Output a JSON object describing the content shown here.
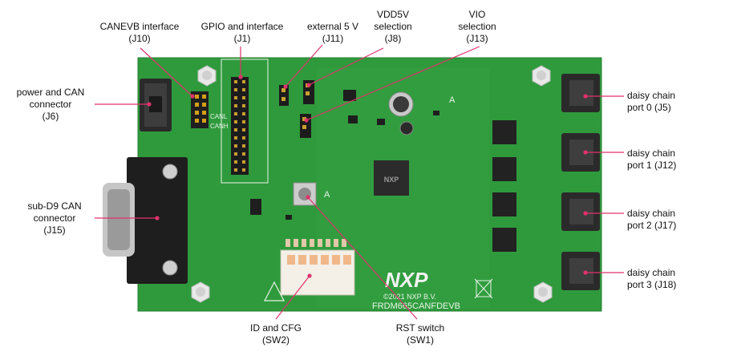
{
  "labels": {
    "canevb": {
      "line1": "CANEVB interface",
      "line2": "(J10)"
    },
    "gpio": {
      "line1": "GPIO and interface",
      "line2": "(J1)"
    },
    "ext5v": {
      "line1": "external 5 V",
      "line2": "(J11)"
    },
    "vdd5v": {
      "line1": "VDD5V",
      "line2": "selection",
      "line3": "(J8)"
    },
    "vio": {
      "line1": "VIO",
      "line2": "selection",
      "line3": "(J13)"
    },
    "power_can": {
      "line1": "power and CAN",
      "line2": "connector",
      "line3": "(J6)"
    },
    "subd9": {
      "line1": "sub-D9 CAN",
      "line2": "connector",
      "line3": "(J15)"
    },
    "dc0": {
      "line1": "daisy chain",
      "line2": "port 0 (J5)"
    },
    "dc1": {
      "line1": "daisy chain",
      "line2": "port 1 (J12)"
    },
    "dc2": {
      "line1": "daisy chain",
      "line2": "port 2 (J17)"
    },
    "dc3": {
      "line1": "daisy chain",
      "line2": "port 3 (J18)"
    },
    "id_cfg": {
      "line1": "ID and CFG",
      "line2": "(SW2)"
    },
    "rst": {
      "line1": "RST switch",
      "line2": "(SW1)"
    }
  },
  "board": {
    "logo": "NXP",
    "copyright": "©2021 NXP B.V.",
    "board_name": "FRDM665CANFDEVB",
    "silk_canl": "CANL",
    "silk_canh": "CANH",
    "silk_a": "A"
  },
  "colors": {
    "pcb": "#2f9a3c",
    "pcb_light": "#3aa848",
    "leader": "#e0336b",
    "silk": "#e8f4e8"
  }
}
